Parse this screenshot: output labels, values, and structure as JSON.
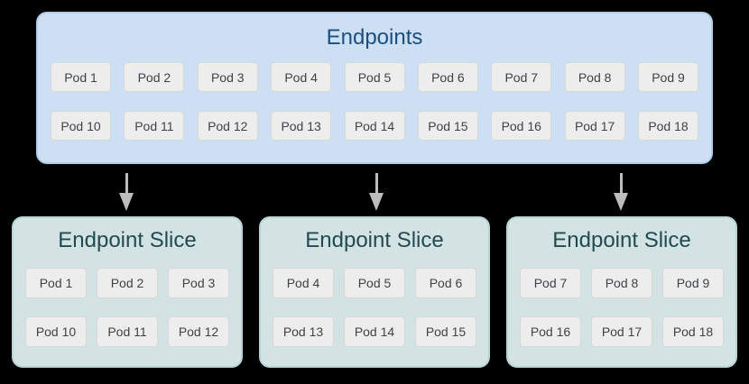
{
  "colors": {
    "canvas-bg": "#000000",
    "endpoints-fill": "#cde0f3",
    "endpoints-border": "#b2cde9",
    "endpoints-title-color": "#1d4e7d",
    "slice-fill": "#d3e3e4",
    "slice-border": "#b9d2d4",
    "slice-title-color": "#224b51",
    "pod-fill": "#ededed",
    "pod-border": "#d8d8d8",
    "pod-text-color": "#3f4347",
    "arrow-color": "#bdbdbd"
  },
  "endpoints": {
    "title": "Endpoints",
    "rows": [
      [
        "Pod 1",
        "Pod 2",
        "Pod 3",
        "Pod 4",
        "Pod 5",
        "Pod 6",
        "Pod 7",
        "Pod 8",
        "Pod 9"
      ],
      [
        "Pod 10",
        "Pod 11",
        "Pod 12",
        "Pod 13",
        "Pod 14",
        "Pod 15",
        "Pod 16",
        "Pod 17",
        "Pod 18"
      ]
    ]
  },
  "slices": [
    {
      "title": "Endpoint Slice",
      "rows": [
        [
          "Pod 1",
          "Pod 2",
          "Pod 3"
        ],
        [
          "Pod 10",
          "Pod 11",
          "Pod 12"
        ]
      ]
    },
    {
      "title": "Endpoint Slice",
      "rows": [
        [
          "Pod 4",
          "Pod 5",
          "Pod 6"
        ],
        [
          "Pod 13",
          "Pod 14",
          "Pod 15"
        ]
      ]
    },
    {
      "title": "Endpoint Slice",
      "rows": [
        [
          "Pod 7",
          "Pod 8",
          "Pod 9"
        ],
        [
          "Pod 16",
          "Pod 17",
          "Pod 18"
        ]
      ]
    }
  ]
}
